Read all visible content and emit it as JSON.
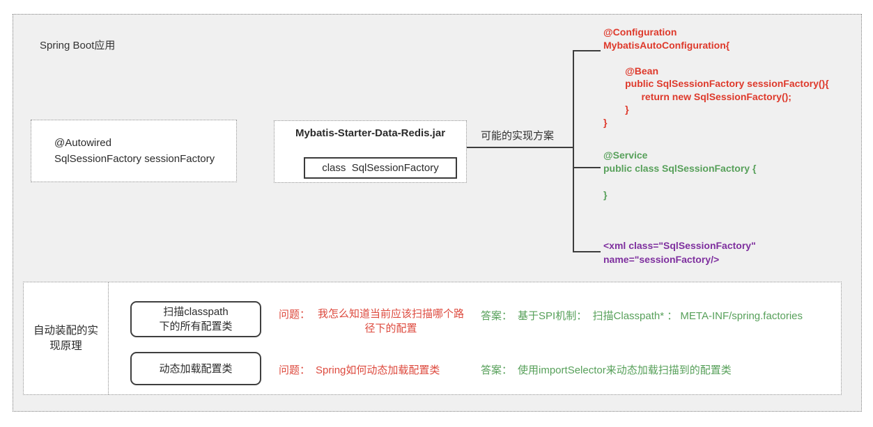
{
  "colors": {
    "red_code": "#de392b",
    "red_question": "#dd4a3e",
    "green": "#57a05a",
    "purple": "#7e2f9e",
    "ink": "#2f2f2f",
    "panel_bg": "#f0f0f0"
  },
  "app": {
    "label": "Spring Boot应用"
  },
  "autowired_box": {
    "line1": "@Autowired",
    "line2": "SqlSessionFactory sessionFactory"
  },
  "jar_box": {
    "title": "Mybatis-Starter-Data-Redis.jar",
    "class_label": "class  SqlSessionFactory"
  },
  "branch_label": "可能的实现方案",
  "implementations": {
    "configuration_code": "@Configuration\nMybatisAutoConfiguration{\n\n        @Bean\n        public SqlSessionFactory sessionFactory(){\n              return new SqlSessionFactory();\n        }\n}",
    "service_code": "@Service\npublic class SqlSessionFactory {\n\n}",
    "xml_code": "<xml class=\"SqlSessionFactory\"\nname=\"sessionFactory/>"
  },
  "principle_section": {
    "title": "自动装配的实现原理",
    "rows": [
      {
        "box": "扫描classpath\n下的所有配置类",
        "q_label": "问题：",
        "question": "我怎么知道当前应该扫描哪个路径下的配置",
        "a_label": "答案：",
        "answer": "基于SPI机制：  扫描Classpath* ： META-INF/spring.factories"
      },
      {
        "box": "动态加载配置类",
        "q_label": "问题：",
        "question": "Spring如何动态加载配置类",
        "a_label": "答案：",
        "answer": "使用importSelector来动态加载扫描到的配置类"
      }
    ]
  }
}
